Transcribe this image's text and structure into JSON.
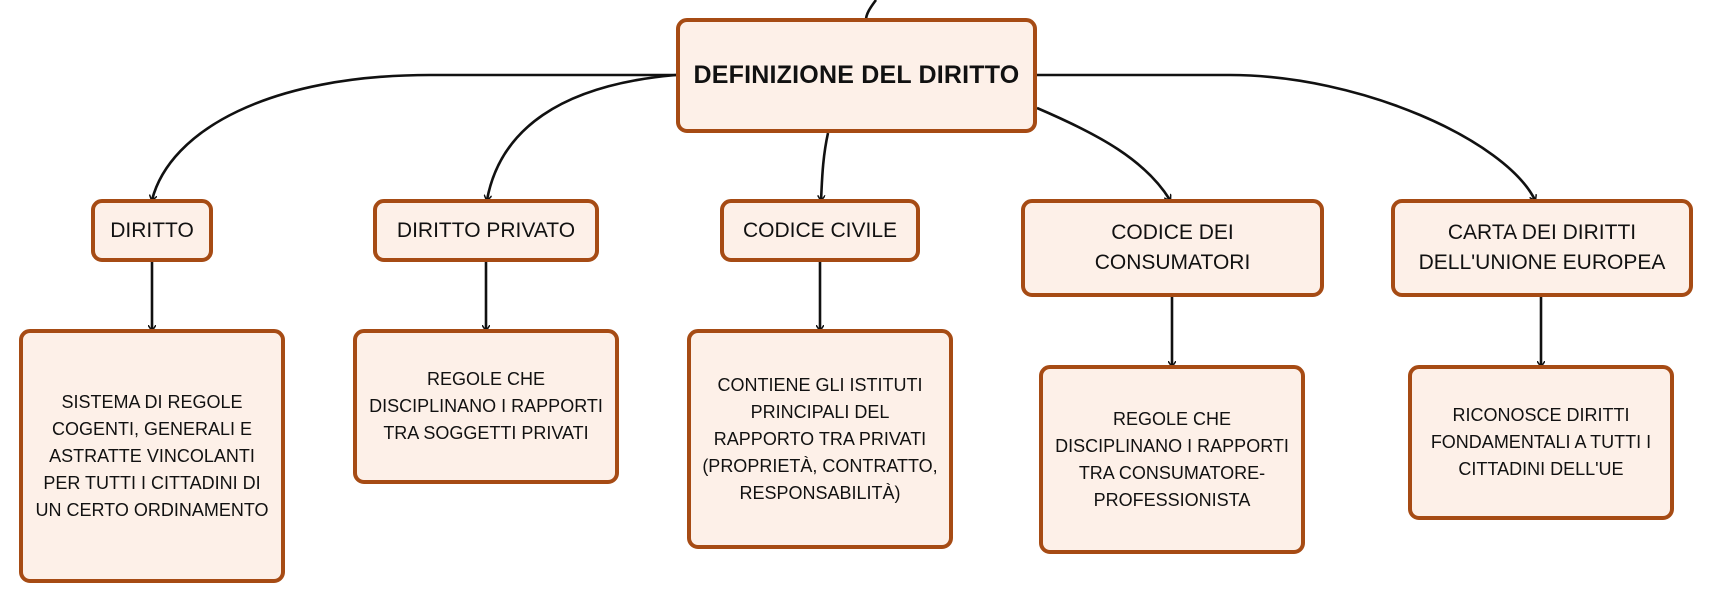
{
  "diagram": {
    "root": {
      "label": "DEFINIZIONE DEL DIRITTO"
    },
    "branches": [
      {
        "id": "diritto",
        "label": "DIRITTO",
        "description": "SISTEMA DI REGOLE COGENTI, GENERALI E ASTRATTE VINCOLANTI PER TUTTI I CITTADINI DI UN CERTO ORDINAMENTO"
      },
      {
        "id": "diritto-privato",
        "label": "DIRITTO PRIVATO",
        "description": "REGOLE CHE DISCIPLINANO I RAPPORTI TRA SOGGETTI PRIVATI"
      },
      {
        "id": "codice-civile",
        "label": "CODICE CIVILE",
        "description": "CONTIENE GLI ISTITUTI PRINCIPALI DEL RAPPORTO TRA PRIVATI (PROPRIETÀ, CONTRATTO, RESPONSABILITÀ)"
      },
      {
        "id": "codice-consumatori",
        "label": "CODICE DEI CONSUMATORI",
        "description": "REGOLE CHE DISCIPLINANO I RAPPORTI TRA CONSUMATORE-PROFESSIONISTA"
      },
      {
        "id": "carta-diritti-ue",
        "label": "CARTA DEI DIRITTI DELL'UNIONE EUROPEA",
        "description": "RICONOSCE DIRITTI FONDAMENTALI A TUTTI I CITTADINI DELL'UE"
      }
    ]
  },
  "colors": {
    "node_border": "#a64b14",
    "node_fill": "#fdf0e8",
    "connector": "#111111"
  }
}
